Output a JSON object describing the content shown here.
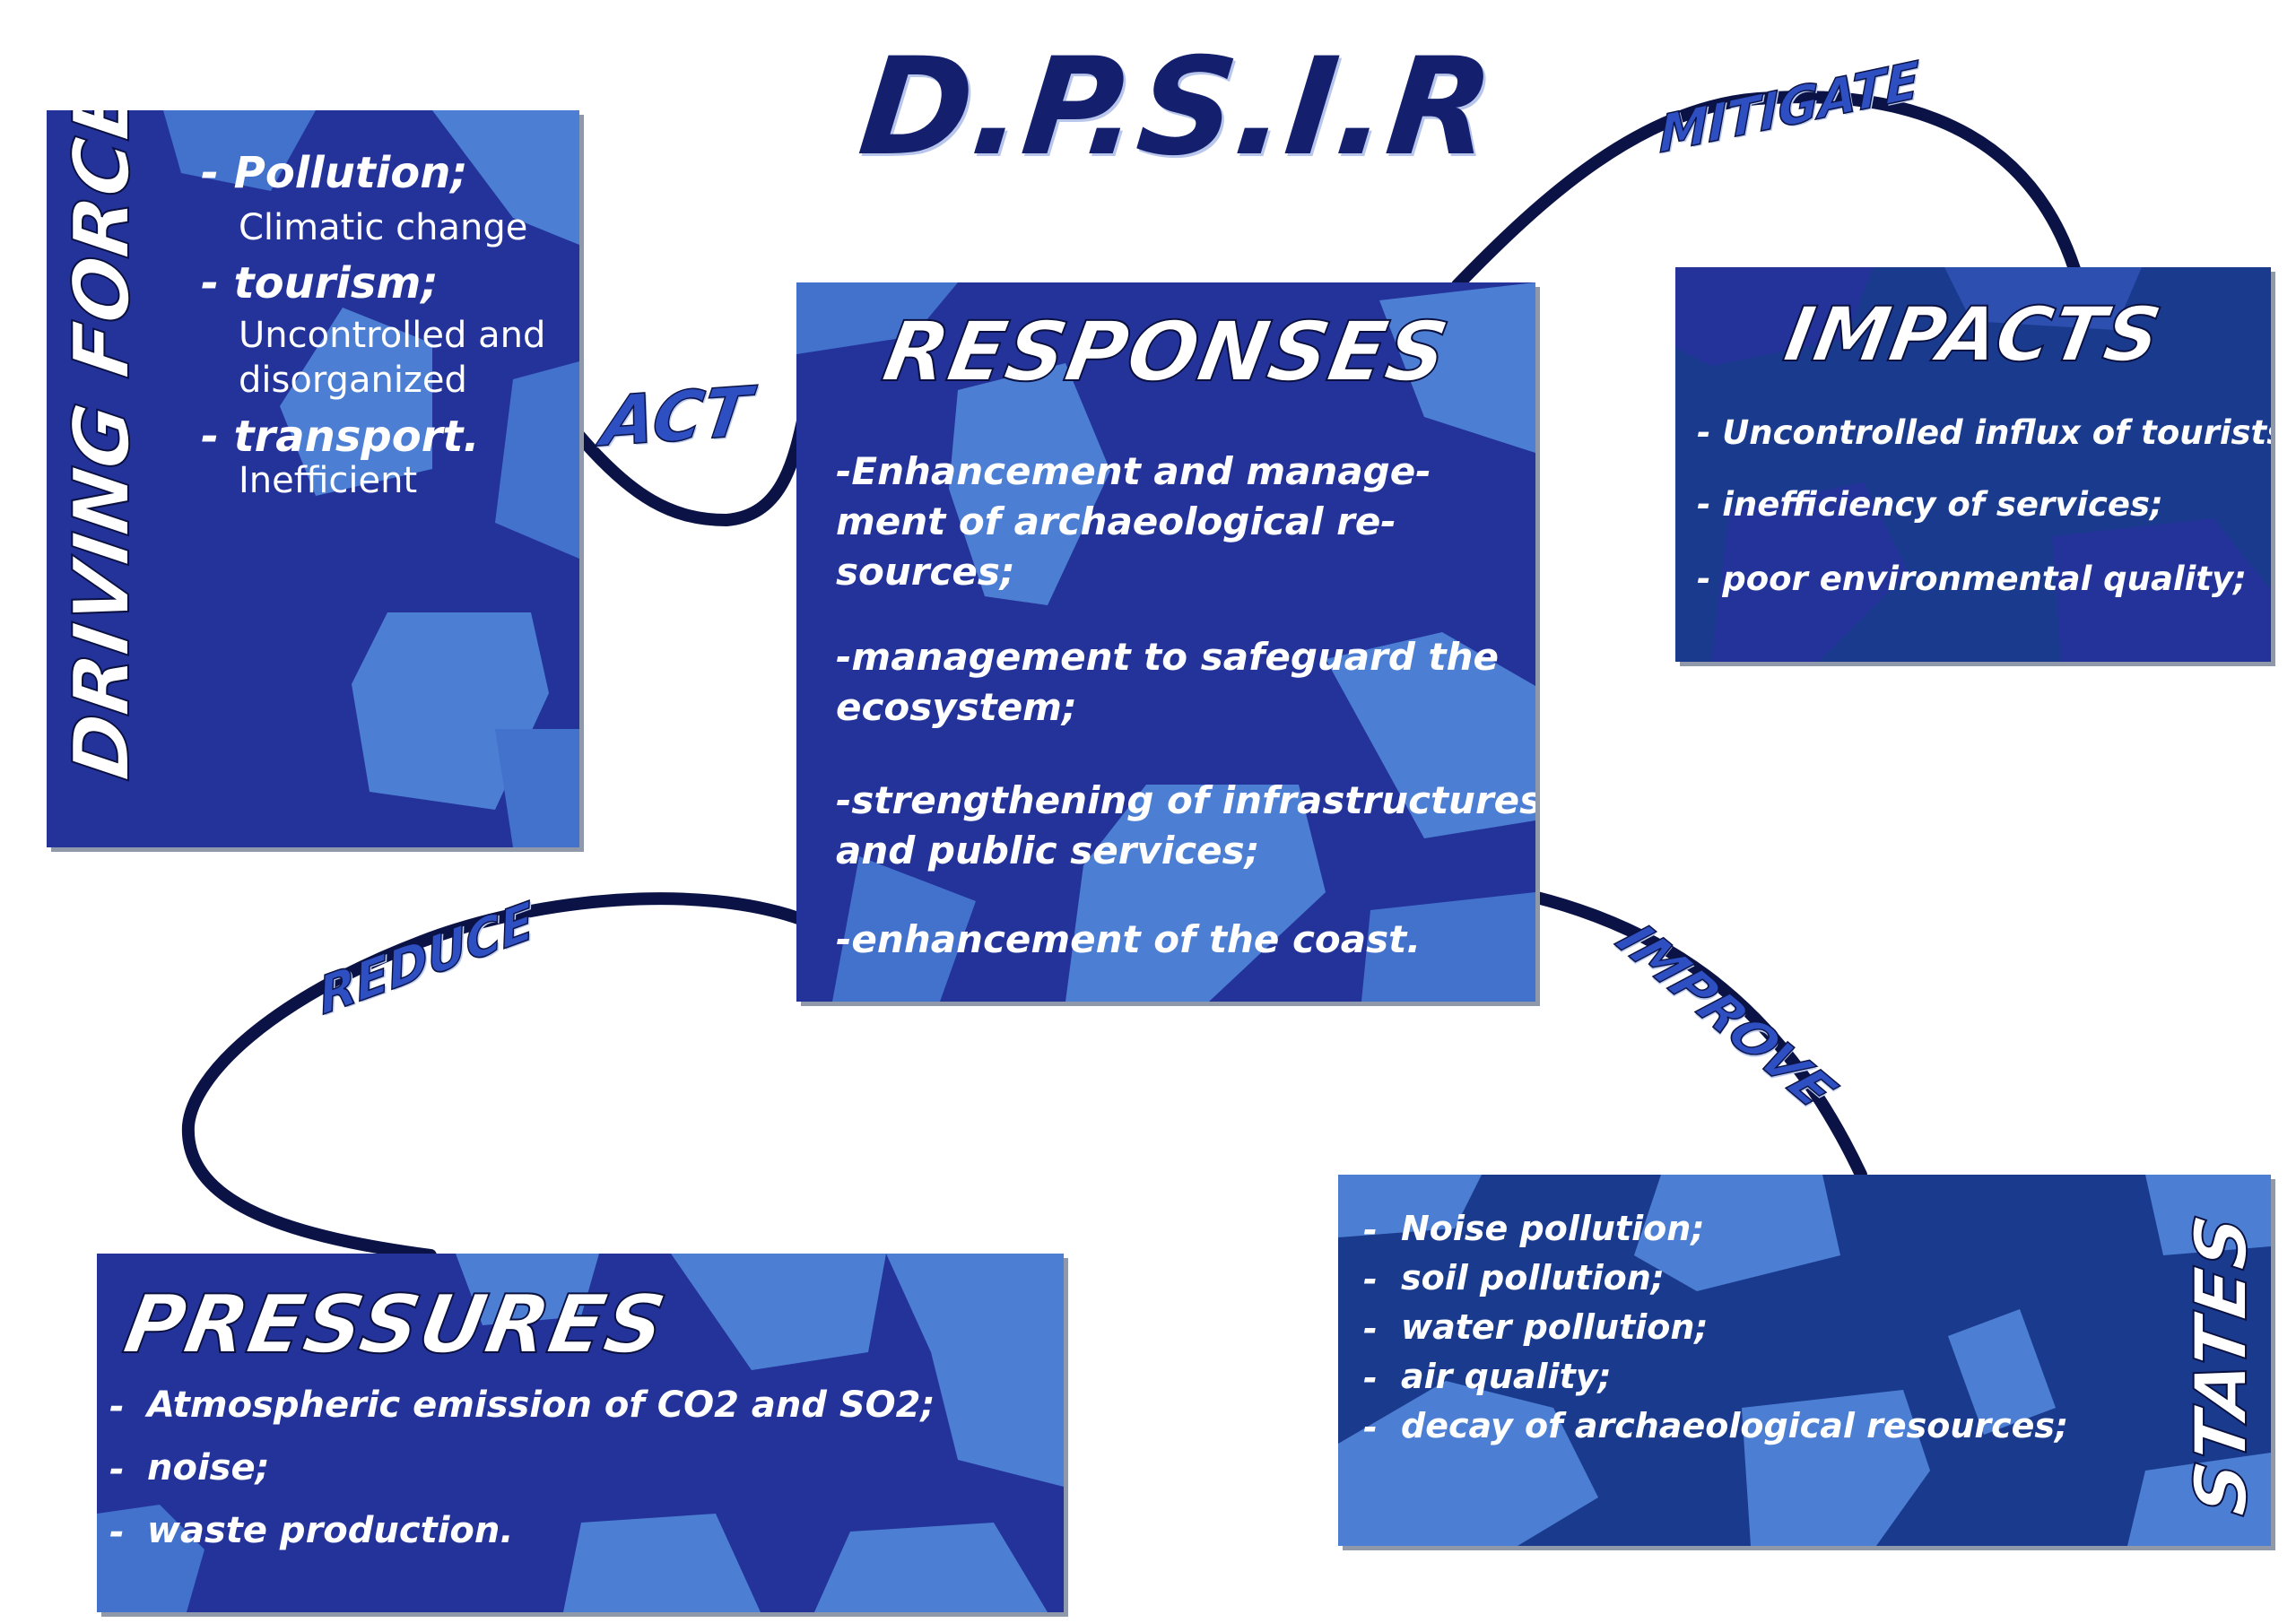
{
  "title": "D.P.S.I.R",
  "connectors": {
    "act": "ACT",
    "mitigate": "MITIGATE",
    "reduce": "REDUCE",
    "improve": "IMPROVE"
  },
  "driving_forces": {
    "title": "DRIVING FORCES",
    "items": [
      {
        "main": "- Pollution;",
        "sub": [
          "Climatic change"
        ]
      },
      {
        "main": "- tourism;",
        "sub": [
          "Uncontrolled and",
          "disorganized"
        ]
      },
      {
        "main": "- transport.",
        "sub": [
          "Inefficient"
        ]
      }
    ]
  },
  "responses": {
    "title": "RESPONSES",
    "items": [
      [
        "-Enhancement and manage-",
        "ment of archaeological re-",
        "sources;"
      ],
      [
        "-management to safeguard the",
        "ecosystem;"
      ],
      [
        "-strengthening of infrastructures",
        "and public services;"
      ],
      [
        "-enhancement of the coast."
      ]
    ]
  },
  "impacts": {
    "title": "IMPACTS",
    "items": [
      "- Uncontrolled influx of tourists;",
      "- inefficiency of services;",
      "- poor environmental quality;"
    ]
  },
  "pressures": {
    "title": "PRESSURES",
    "items": [
      "Atmospheric emission of CO2 and SO2;",
      "noise;",
      "waste production."
    ]
  },
  "states": {
    "title": "STATES",
    "items": [
      "Noise pollution;",
      "soil pollution;",
      "water pollution;",
      "air quality;",
      "decay of archaeological resources;"
    ]
  },
  "colors": {
    "box_fill": "#23339a",
    "box_fill_dark": "#1a3b8d",
    "camo_light": "#4c7fd3",
    "camo_mid": "#4372cd",
    "connector_line": "#0b1245",
    "title_text": "#14206e",
    "label_text": "#2e4fc1"
  }
}
